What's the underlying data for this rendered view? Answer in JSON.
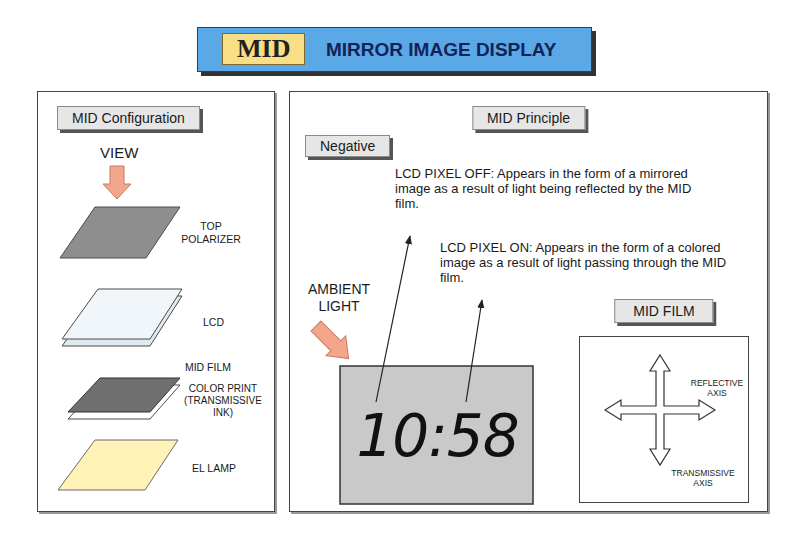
{
  "diagram": {
    "title": "MIRROR IMAGE DISPLAY",
    "nodes": [
      {
        "text": [
          "MID"
        ]
      },
      {
        "text": [
          "MID Configuration"
        ]
      },
      {
        "text": [
          "MID Principle"
        ]
      },
      {
        "text": [
          "Negative"
        ],
        "in": 2
      },
      {
        "text": [
          "MID FILM",
          "REFLECTIVE AXIS",
          "TRANSMISSIVE AXIS"
        ],
        "in": 2
      },
      {
        "text": [
          "10:58"
        ],
        "in": 2
      }
    ],
    "labels": [
      "VIEW",
      "TOP POLARIZER",
      "LCD",
      "MID FILM",
      "COLOR PRINT (TRANSMISSIVE INK)",
      "EL LAMP",
      "LCD PIXEL OFF: Appears in the form of a mirrored image as a result of light being reflected by the MID film.",
      "LCD PIXEL ON: Appears in the form of a colored image as a result of light passing through the MID film.",
      "AMBIENT LIGHT"
    ]
  }
}
